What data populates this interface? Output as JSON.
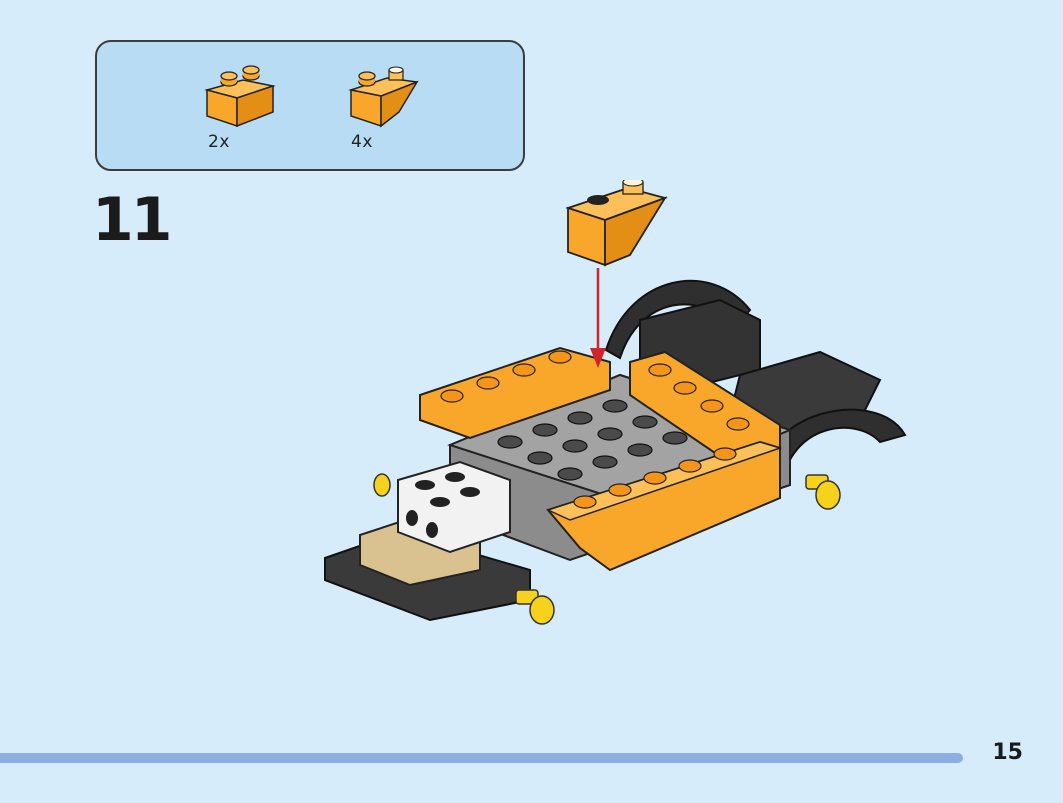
{
  "parts_list": {
    "items": [
      {
        "icon": "orange-brick-1x2-icon",
        "quantity": "2x",
        "color": "#f9a72a"
      },
      {
        "icon": "orange-slope-brick-icon",
        "quantity": "4x",
        "color": "#f9a72a"
      }
    ]
  },
  "step": {
    "number": "11"
  },
  "footer": {
    "page_number": "15"
  },
  "colors": {
    "background": "#d6ecfb",
    "callout": "#b9dcf5",
    "brick_orange": "#f9a72a",
    "brick_dark": "#3a3a3a",
    "brick_gray": "#8c8c8c",
    "pin_yellow": "#f6d21d",
    "arrow_red": "#d0232a",
    "progress": "#8eaee0"
  }
}
